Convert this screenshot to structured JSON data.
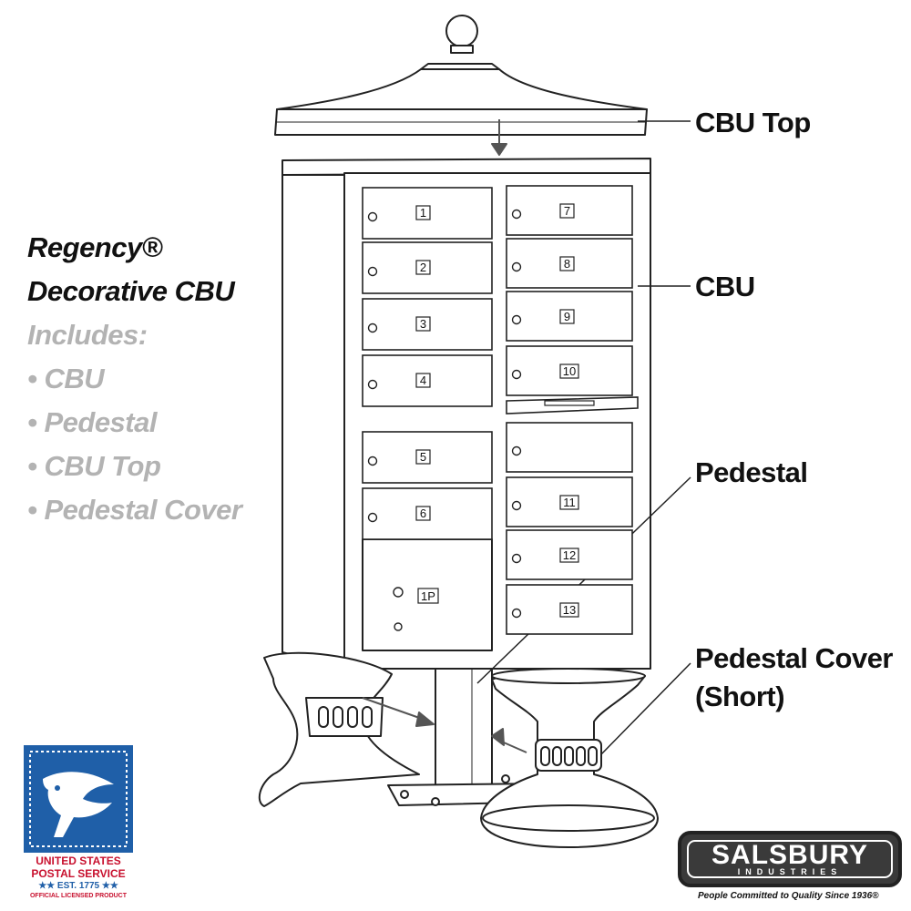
{
  "callouts": {
    "cbu_top": "CBU Top",
    "cbu": "CBU",
    "pedestal": "Pedestal",
    "pedestal_cover_line1": "Pedestal Cover",
    "pedestal_cover_line2": "(Short)"
  },
  "side_panel": {
    "title_line1": "Regency®",
    "title_line2": "Decorative CBU",
    "includes_label": "Includes:",
    "items": [
      "• CBU",
      "• Pedestal",
      "• CBU Top",
      "• Pedestal Cover"
    ]
  },
  "doors": {
    "left_column": [
      "1",
      "2",
      "3",
      "4",
      "5",
      "6"
    ],
    "parcel_locker": "1P",
    "right_column": [
      "7",
      "8",
      "9",
      "10",
      "11",
      "12",
      "13"
    ]
  },
  "usps_badge": {
    "line1": "UNITED STATES",
    "line2": "POSTAL SERVICE",
    "line3": "★★ EST. 1775 ★★",
    "line4": "OFFICIAL LICENSED PRODUCT"
  },
  "brand": {
    "name": "SALSBURY",
    "sub": "INDUSTRIES",
    "tagline": "People Committed to Quality Since 1936®"
  },
  "colors": {
    "line": "#222222",
    "gray_text": "#b3b3b3",
    "usps_blue": "#1f5fa8",
    "usps_red": "#c8102e"
  }
}
